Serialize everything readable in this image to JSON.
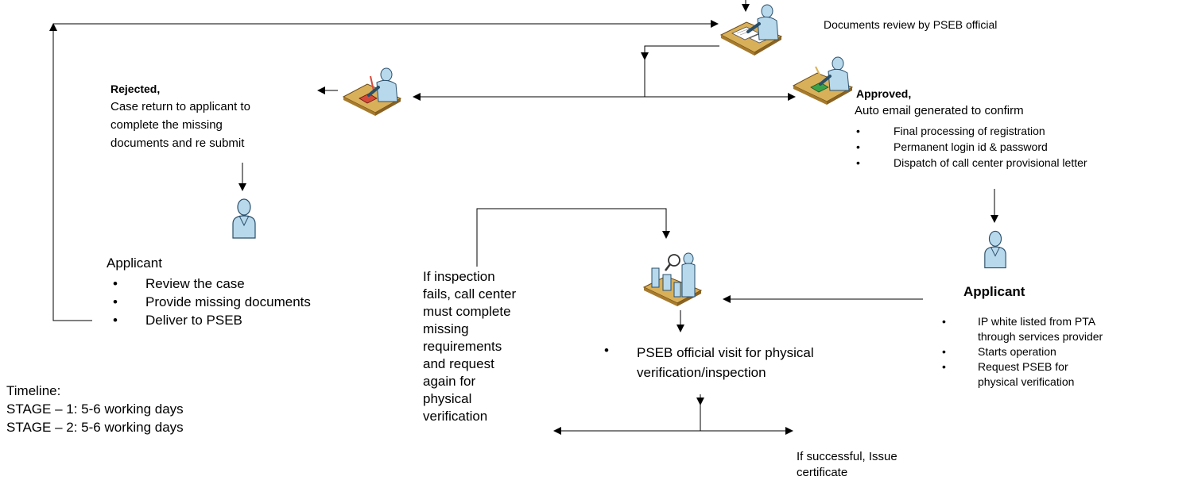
{
  "review": {
    "label": "Documents review by PSEB official"
  },
  "rejected": {
    "title": "Rejected,",
    "lines": [
      "Case return to applicant to",
      "complete the missing",
      "documents and re submit"
    ]
  },
  "approved": {
    "title": "Approved,",
    "subtitle": "Auto email generated to confirm",
    "items": [
      "Final processing of registration",
      "Permanent login id & password",
      "Dispatch of call center provisional letter"
    ]
  },
  "applicant_left": {
    "title": "Applicant",
    "items": [
      "Review the case",
      "Provide missing documents",
      "Deliver to PSEB"
    ]
  },
  "applicant_right": {
    "title": "Applicant",
    "items": [
      [
        "IP white listed from PTA",
        "through services provider"
      ],
      [
        "Starts operation"
      ],
      [
        "Request PSEB for",
        "physical verification"
      ]
    ]
  },
  "inspection_fail": {
    "lines": [
      "If inspection",
      "fails, call center",
      "must complete",
      "missing",
      "requirements",
      "and request",
      "again for",
      "physical",
      "verification"
    ]
  },
  "visit": {
    "lines": [
      "PSEB official visit for  physical",
      "verification/inspection"
    ]
  },
  "success": {
    "lines": [
      "If successful, Issue",
      "certificate"
    ]
  },
  "timeline": {
    "title": "Timeline:",
    "stages": [
      "STAGE  – 1:  5-6 working days",
      "STAGE  – 2:  5-6 working days"
    ]
  },
  "colors": {
    "person": "#b8d8ec",
    "desk": "#d9b05a",
    "line": "#000000"
  }
}
